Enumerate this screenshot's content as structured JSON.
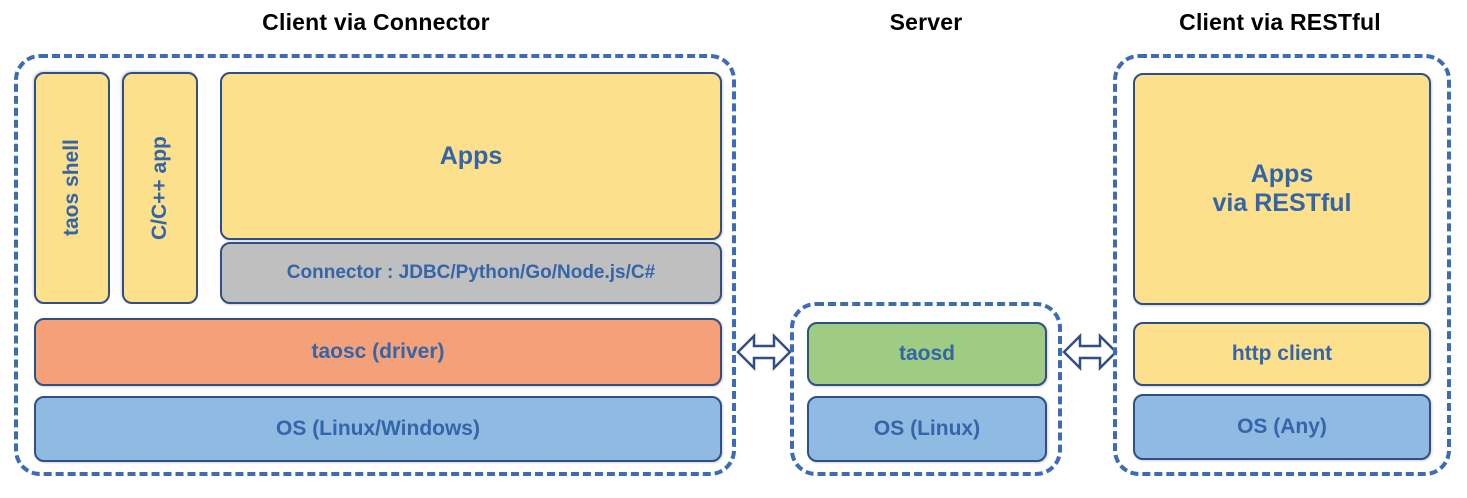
{
  "diagram": {
    "title_left": "Client via Connector",
    "title_center": "Server",
    "title_right": "Client via RESTful",
    "colors": {
      "yellow": "#FDE08B",
      "orange": "#F4A079",
      "blue": "#8FBBE2",
      "green": "#9DCC82",
      "gray": "#BFBFBF",
      "border": "#2F4F86",
      "dashed_border": "#3C6CB5",
      "text": "#3465A8",
      "title_text": "#000000"
    }
  },
  "client_connector": {
    "taos_shell": "taos shell",
    "cpp_app": "C/C++ app",
    "apps": "Apps",
    "connector": "Connector : JDBC/Python/Go/Node.js/C#",
    "taosc": "taosc (driver)",
    "os": "OS (Linux/Windows)"
  },
  "server": {
    "taosd": "taosd",
    "os": "OS (Linux)"
  },
  "client_restful": {
    "apps_line1": "Apps",
    "apps_line2": "via RESTful",
    "http_client": "http client",
    "os": "OS (Any)"
  },
  "arrows": {
    "left_arrow_label": "bidirectional-arrow-client-to-server",
    "right_arrow_label": "bidirectional-arrow-server-to-restful-client"
  }
}
